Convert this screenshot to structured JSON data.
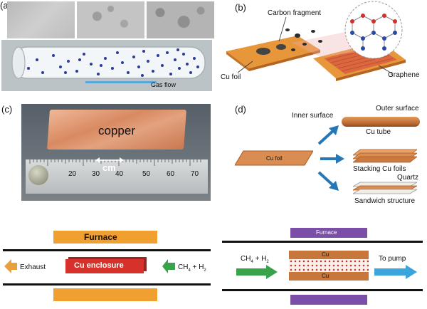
{
  "panel_a": {
    "label": "(a)",
    "gas_flow": "Gas flow"
  },
  "panel_b": {
    "label": "(b)",
    "carbon_fragment": "Carbon fragment",
    "cu_foil": "Cu foil",
    "graphene": "Graphene"
  },
  "panel_c": {
    "label": "(c)",
    "copper": "copper",
    "cm": "cm",
    "ruler_ticks": [
      "20",
      "30",
      "40",
      "50",
      "60",
      "70"
    ]
  },
  "panel_c_bottom": {
    "furnace": "Furnace",
    "exhaust": "Exhaust",
    "cu_enclosure": "Cu enclosure",
    "gas_in": "CH4 + H2"
  },
  "panel_d": {
    "label": "(d)",
    "inner_surface": "Inner surface",
    "outer_surface": "Outer surface",
    "cu_tube": "Cu tube",
    "cu_foil": "Cu foil",
    "stacking": "Stacking Cu foils",
    "quartz": "Quartz",
    "sandwich": "Sandwich structure"
  },
  "panel_d_bottom": {
    "furnace": "Furnace",
    "gas_in": "CH4 + H2",
    "cu_top": "Cu",
    "cu_bottom": "Cu",
    "to_pump": "To pump"
  },
  "colors": {
    "copper": "#c8773c",
    "furnace_orange": "#f0a030",
    "furnace_purple": "#7b4fa8",
    "arrow_blue": "#2577b5",
    "arrow_green": "#37a34a",
    "enclosure_red": "#d6312a"
  }
}
